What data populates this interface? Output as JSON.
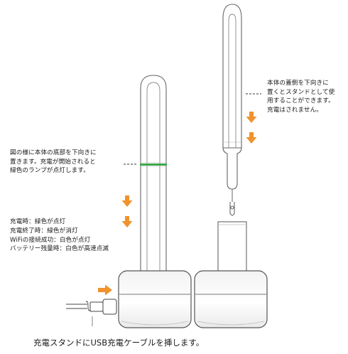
{
  "left_callout": {
    "lines": [
      "図の様に本体の底部を下向きに",
      "置きます。充電が開始されると",
      "緑色のランプが点灯します。"
    ]
  },
  "status_list": {
    "lines": [
      "充電時：緑色が点灯",
      "充電終了時：緑色が消灯",
      "WiFiの接続成功：白色が点灯",
      "バッテリー残量時：白色が高速点滅"
    ]
  },
  "right_callout": {
    "lines": [
      "本体の蓋側を下向きに",
      "置くとスタンドとして使",
      "用することができます。",
      "充電はされません。"
    ]
  },
  "caption": "充電スタンドにUSB充電ケーブルを挿します。",
  "colors": {
    "arrow": "#f0922e",
    "led": "#3aa64a",
    "outline": "#555555"
  }
}
